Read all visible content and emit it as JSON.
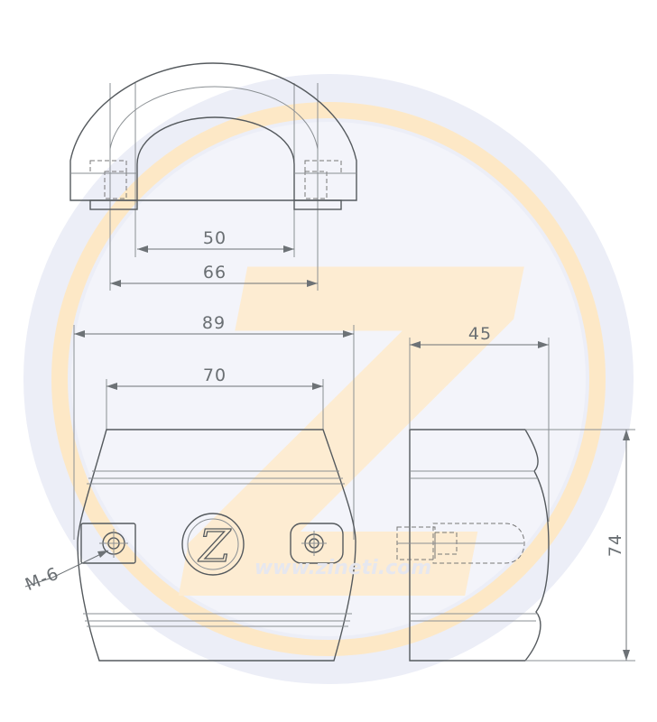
{
  "dimensions": {
    "d50": "50",
    "d66": "66",
    "d89": "89",
    "d70": "70",
    "d45": "45",
    "d74": "74"
  },
  "thread": "M-6",
  "watermark": {
    "url": "www.zineti.com",
    "logo_letter": "Z",
    "ring_color": "#fde9c8",
    "disc_color": "#e9eaf5"
  },
  "emblem_letter": "Z"
}
